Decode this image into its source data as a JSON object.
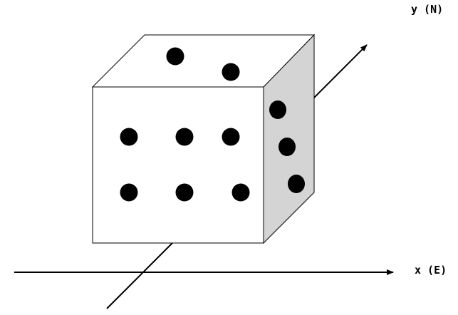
{
  "diagram": {
    "axes": {
      "y_label": "y (N)",
      "x_label": "x (E)"
    },
    "die": {
      "top_face_pips": 2,
      "front_face_pips": 6,
      "side_face_pips": 3
    },
    "colors": {
      "stroke": "#000000",
      "face_fill": "#ffffff",
      "side_face_fill": "#d4d4d4",
      "pip": "#000000"
    }
  }
}
